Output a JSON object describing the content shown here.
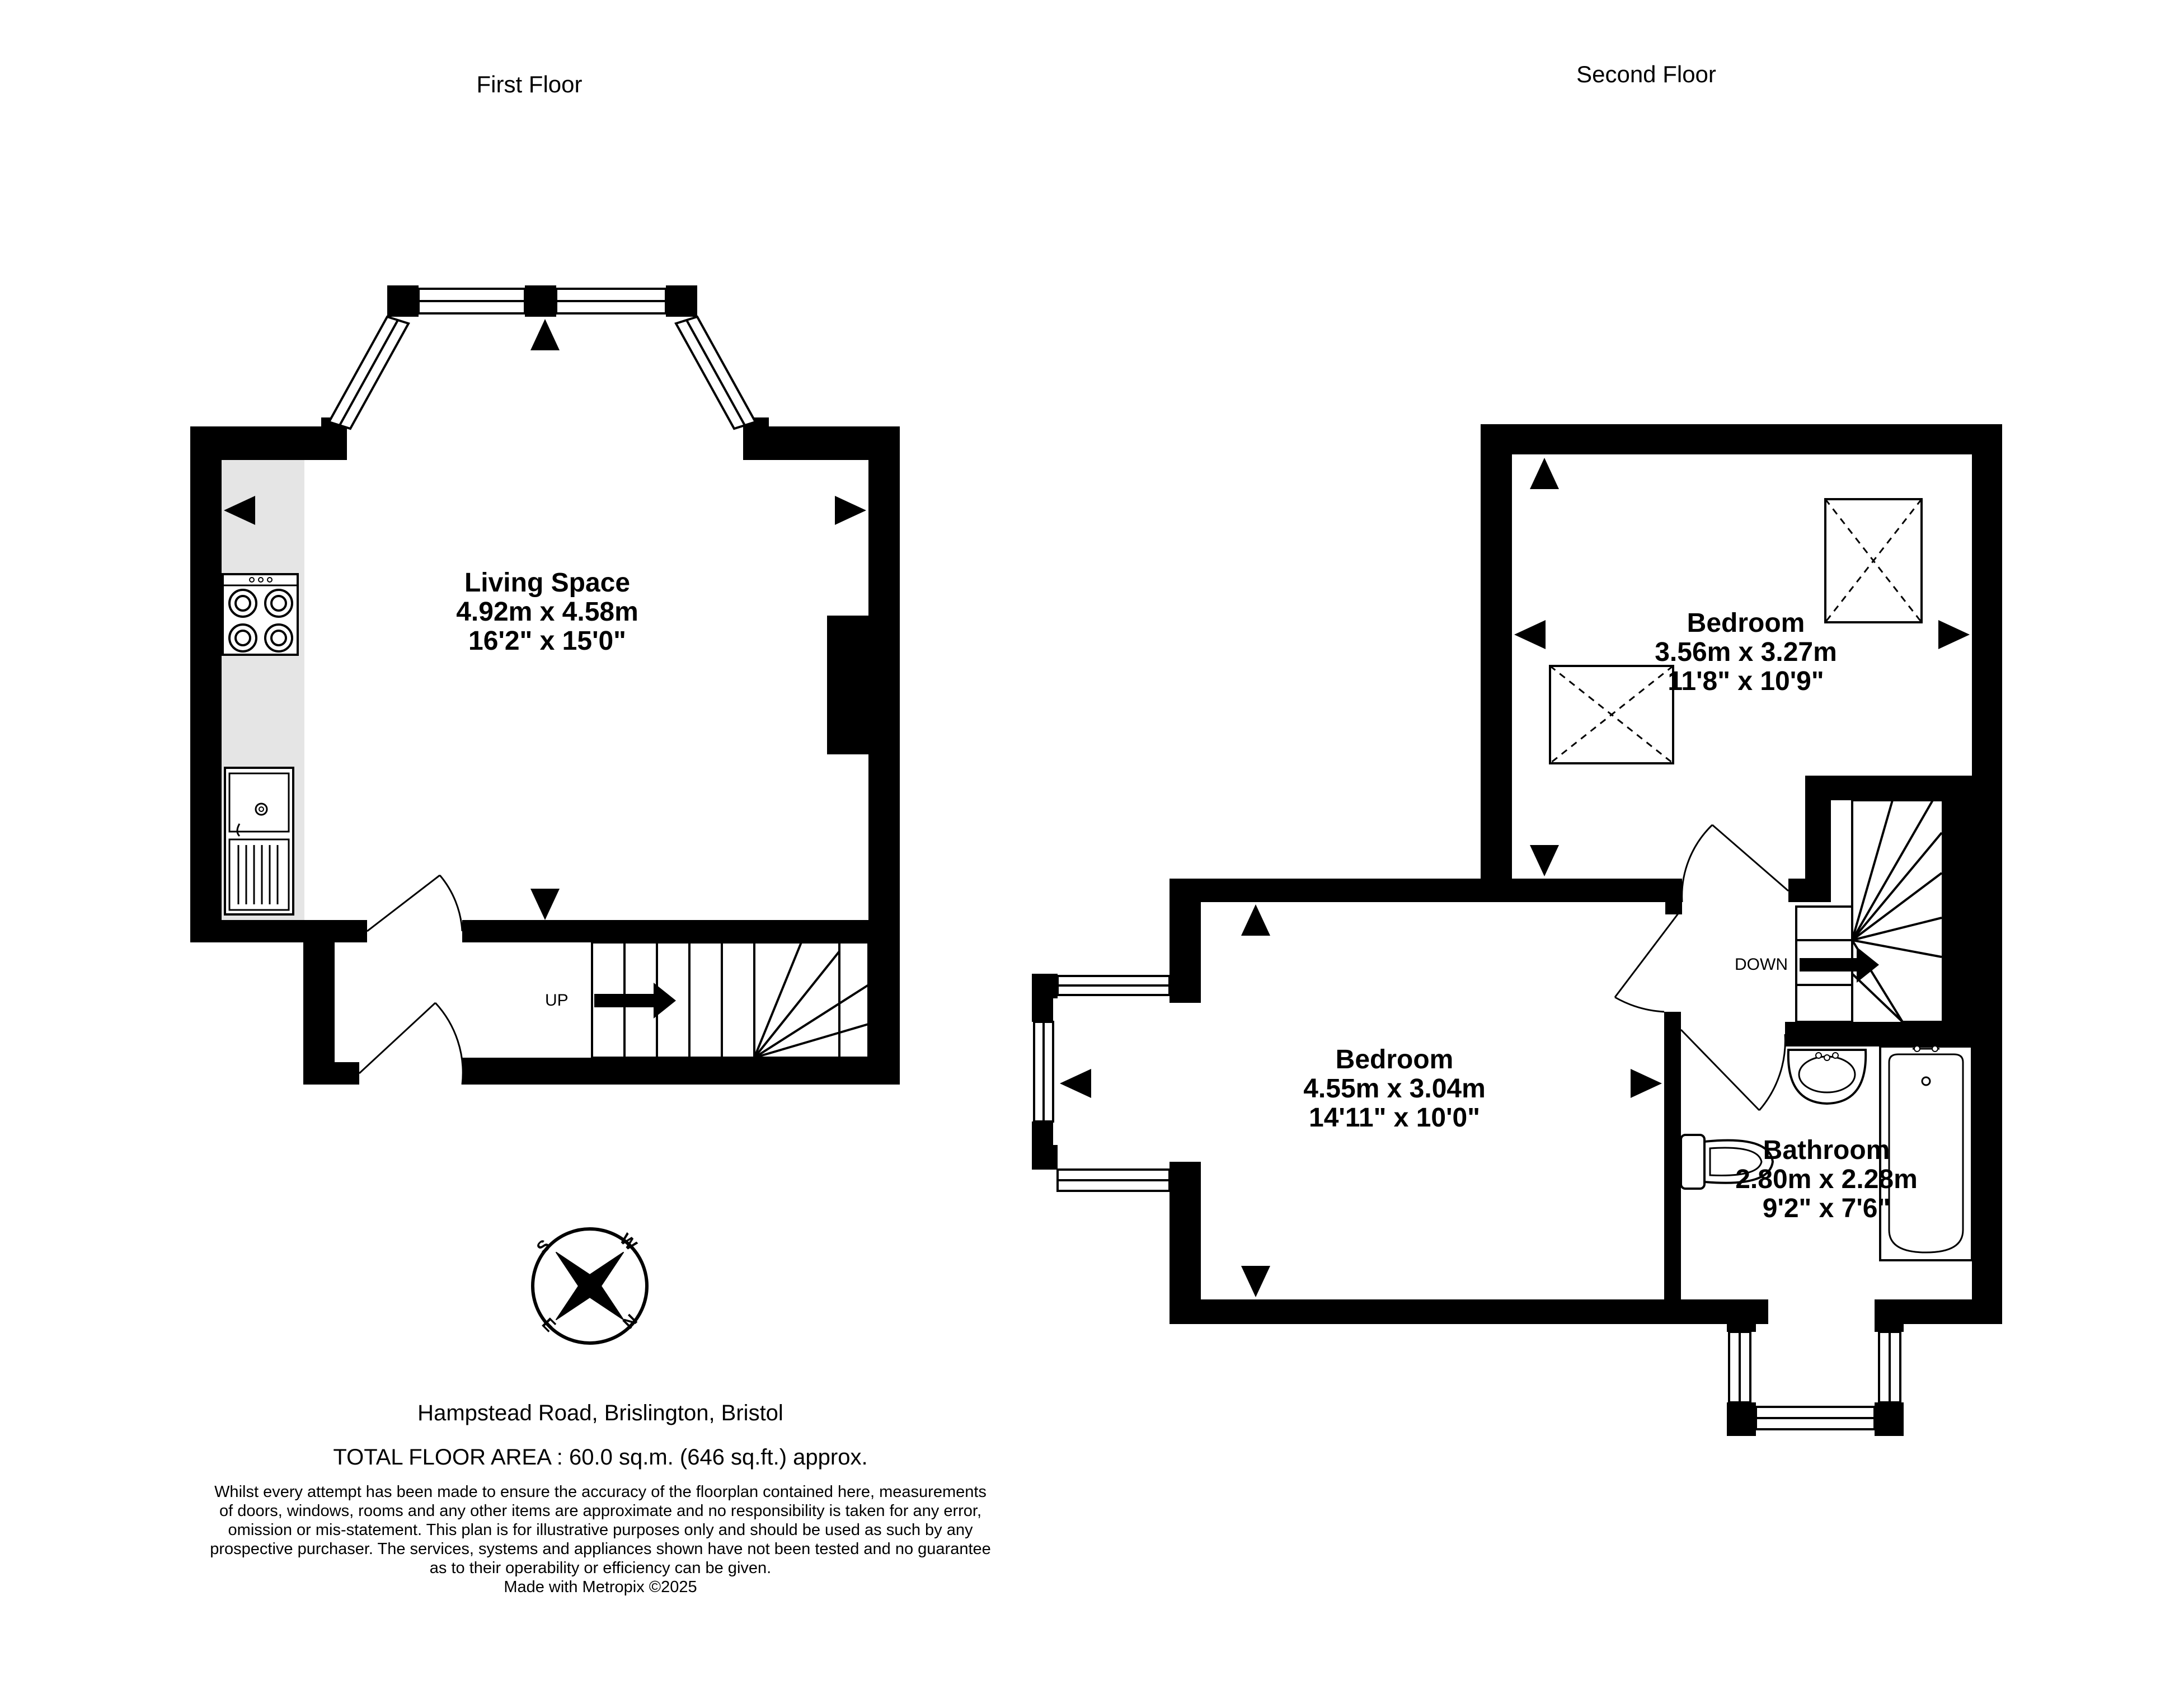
{
  "floors": {
    "first": {
      "title": "First Floor"
    },
    "second": {
      "title": "Second Floor"
    }
  },
  "rooms": {
    "living": {
      "name": "Living Space",
      "metric": "4.92m  x 4.58m",
      "imperial": "16'2\"  x 15'0\""
    },
    "bedroom_upper": {
      "name": "Bedroom",
      "metric": "3.56m  x 3.27m",
      "imperial": "11'8\"  x 10'9\""
    },
    "bedroom_lower": {
      "name": "Bedroom",
      "metric": "4.55m  x 3.04m",
      "imperial": "14'11\"  x 10'0\""
    },
    "bathroom": {
      "name": "Bathroom",
      "metric": "2.80m  x 2.28m",
      "imperial": "9'2\"  x 7'6\""
    }
  },
  "stairs": {
    "up_label": "UP",
    "down_label": "DOWN"
  },
  "compass": {
    "letters": [
      "S",
      "W",
      "N",
      "E"
    ]
  },
  "footer": {
    "address": "Hampstead Road, Brislington, Bristol",
    "total_area": "TOTAL FLOOR AREA : 60.0 sq.m. (646 sq.ft.) approx.",
    "disclaimer_lines": [
      "Whilst every attempt has been made to ensure the accuracy of the floorplan contained here, measurements",
      "of doors, windows, rooms and any other items are approximate and no responsibility is taken for any error,",
      "omission or mis-statement. This plan is for illustrative purposes only and should be used as such by any",
      "prospective purchaser. The services, systems and appliances shown have not been tested and no guarantee",
      "as to their operability or efficiency can be given.",
      "Made with Metropix ©2025"
    ]
  },
  "colors": {
    "wall": "#000000",
    "worktop": "#e5e5e5",
    "background": "#ffffff"
  }
}
